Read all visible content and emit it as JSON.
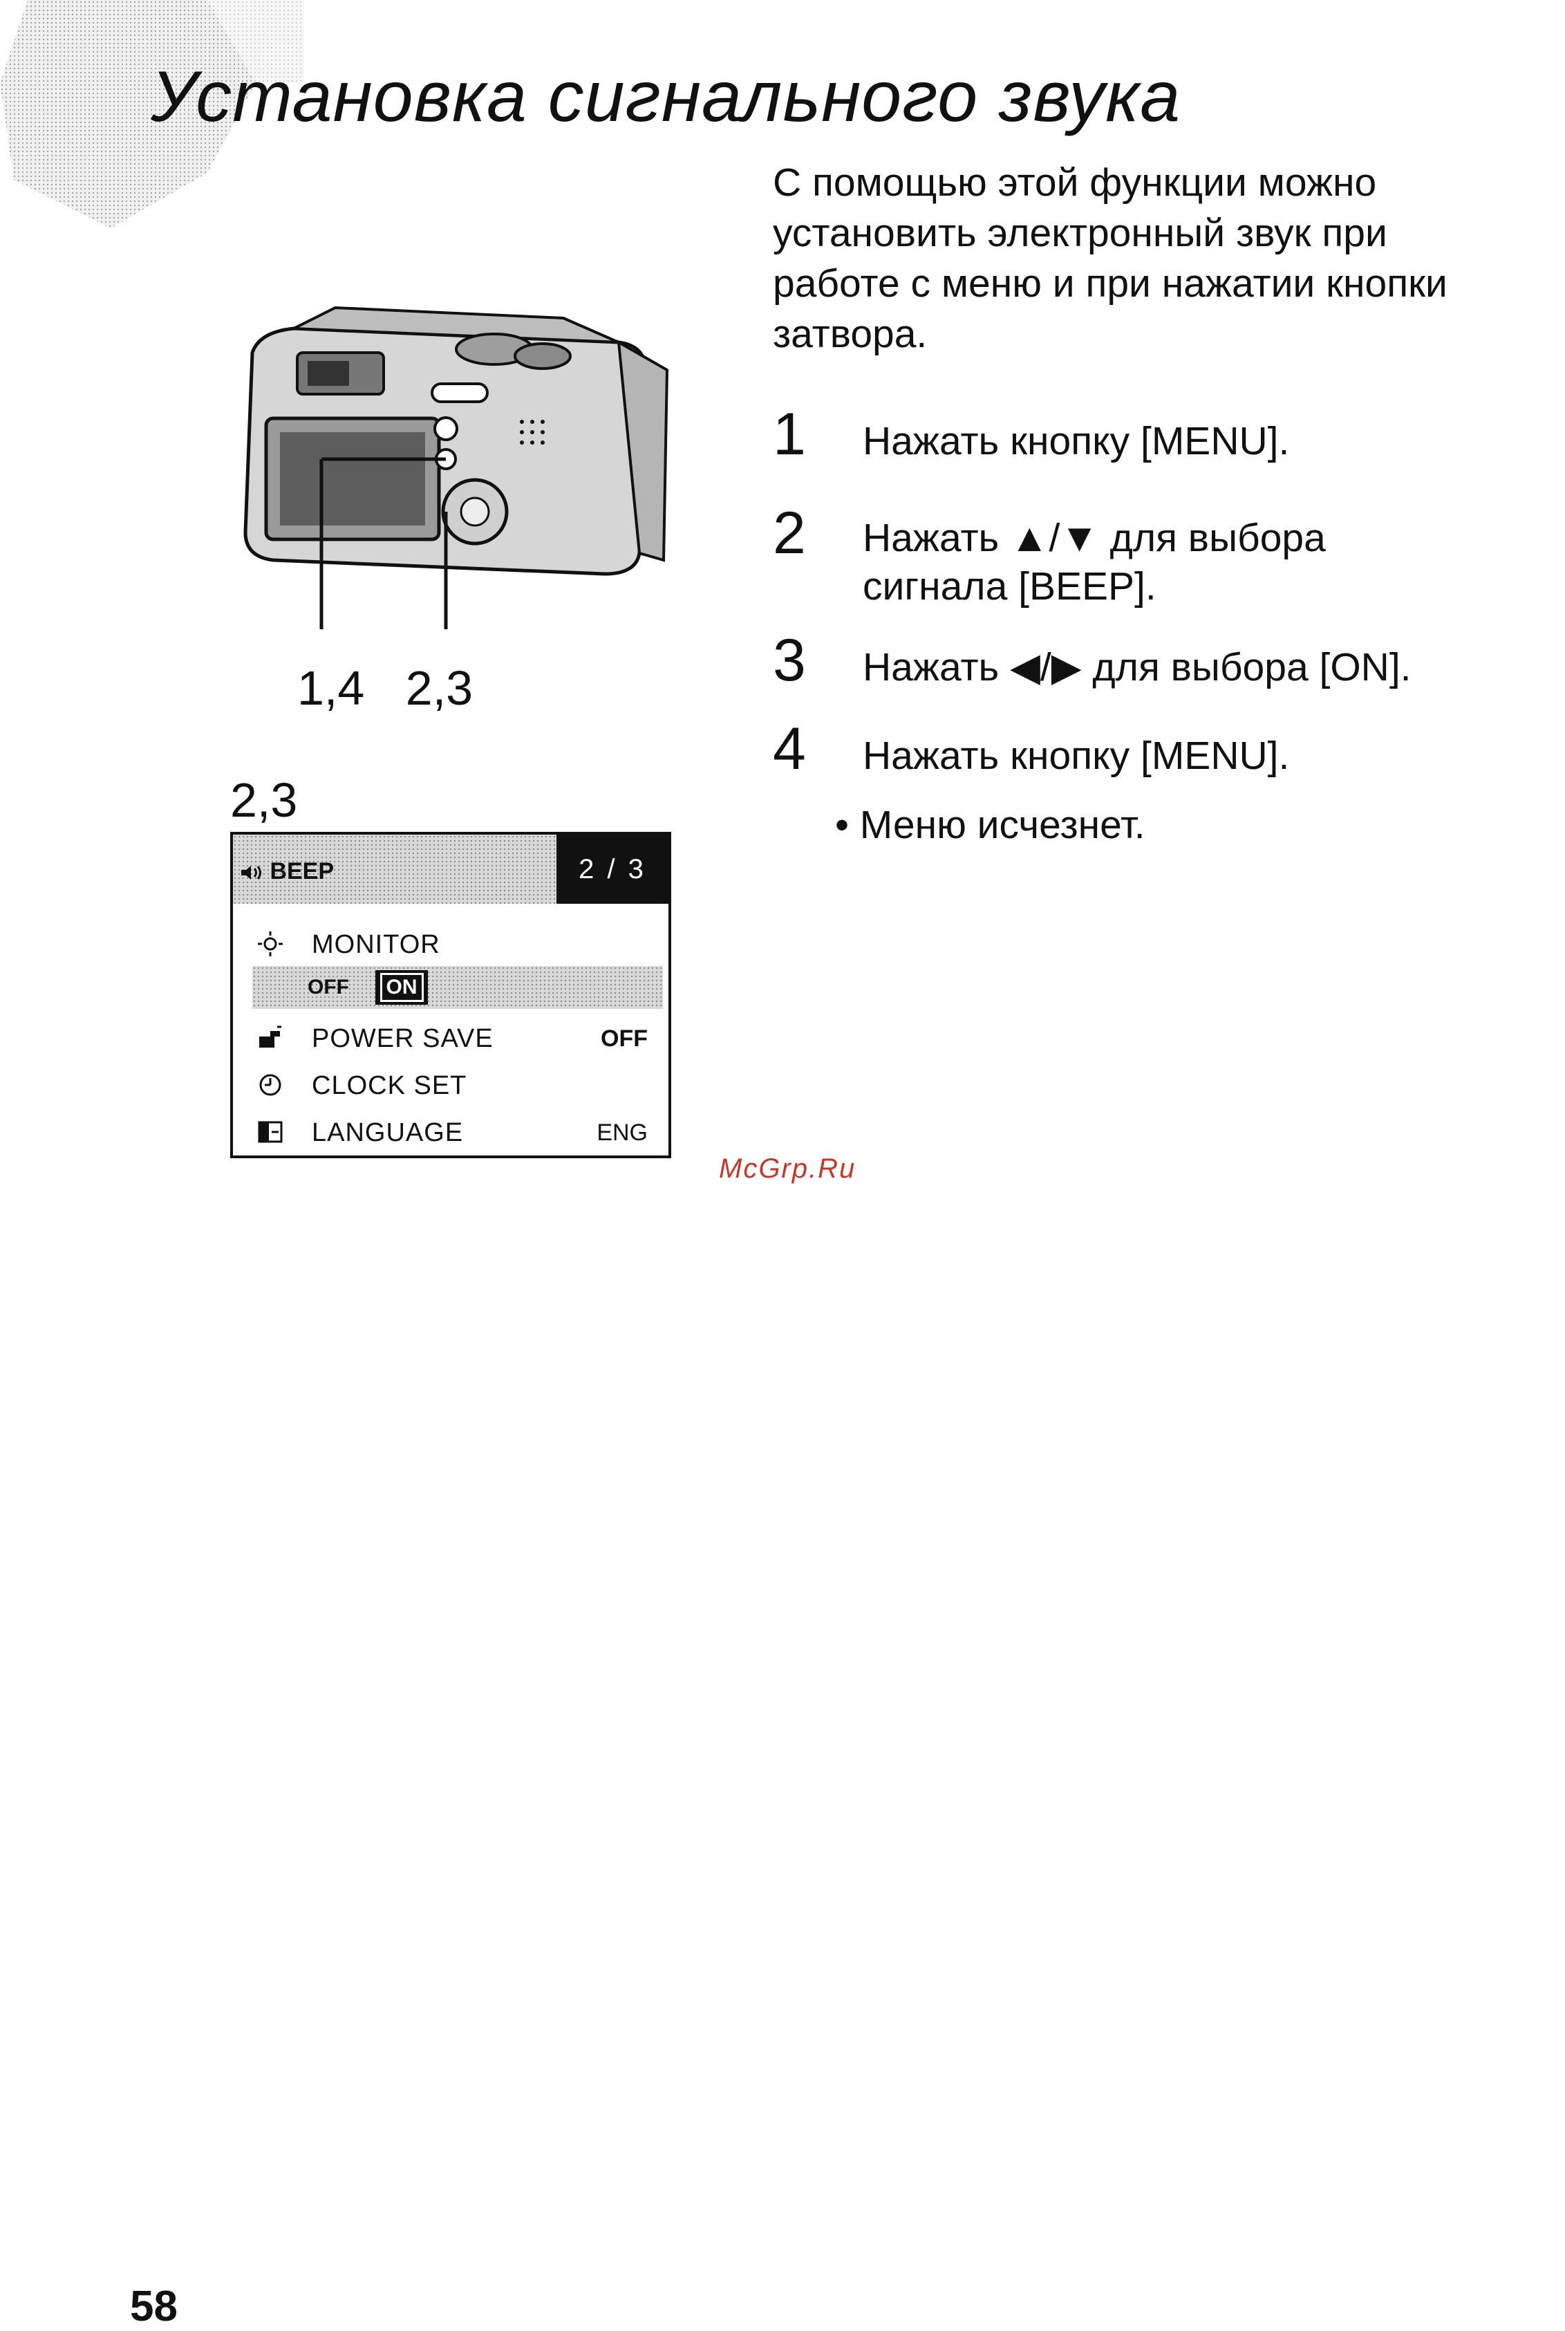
{
  "title": "Установка сигнального звука",
  "intro": "С помощью этой функции можно установить электронный звук при работе с меню и при нажатии кнопки затвора.",
  "steps": [
    {
      "num": "1",
      "text": "Нажать кнопку [MENU]."
    },
    {
      "num": "2",
      "text": "Нажать ▲/▼ для выбора сигнала [BEEP]."
    },
    {
      "num": "3",
      "text": "Нажать ◀/▶ для выбора [ON]."
    },
    {
      "num": "4",
      "text": "Нажать кнопку [MENU]."
    }
  ],
  "note": "• Меню исчезнет.",
  "camera_callouts": {
    "left": "1,4",
    "right": "2,3"
  },
  "menu_label": "2,3",
  "menu": {
    "header_title": "BEEP",
    "page": "2 / 3",
    "rows": [
      {
        "icon": "brightness-icon",
        "label": "MONITOR",
        "value": ""
      },
      {
        "icon": "power-save-icon",
        "label": "POWER SAVE",
        "value": "OFF"
      },
      {
        "icon": "clock-icon",
        "label": "CLOCK SET",
        "value": ""
      },
      {
        "icon": "language-icon",
        "label": "LANGUAGE",
        "value": "ENG"
      }
    ],
    "beep_options": {
      "off": "OFF",
      "on": "ON",
      "selected": "ON"
    }
  },
  "watermark": "McGrp.Ru",
  "page_number": "58"
}
